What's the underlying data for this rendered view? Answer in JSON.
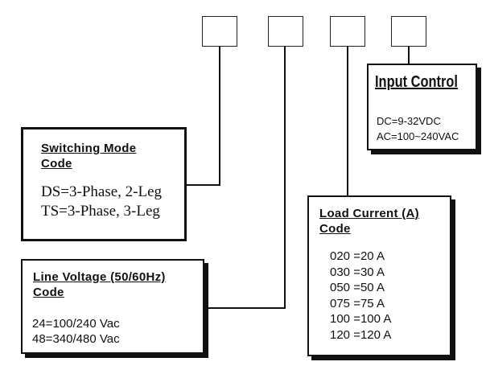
{
  "top_boxes": [
    "",
    "",
    "",
    ""
  ],
  "input_control": {
    "title": "Input Control",
    "lines": [
      "DC=9-32VDC",
      "AC=100~240VAC"
    ]
  },
  "switching_mode": {
    "title_lines": [
      "Switching Mode",
      "Code"
    ],
    "lines": [
      "DS=3-Phase, 2-Leg",
      "TS=3-Phase, 3-Leg"
    ]
  },
  "load_current": {
    "title_lines": [
      "Load Current (A)",
      "Code"
    ],
    "lines": [
      "020 =20 A",
      "030 =30 A",
      "050 =50 A",
      "075 =75 A",
      "100 =100 A",
      "120 =120 A"
    ]
  },
  "line_voltage": {
    "title_lines": [
      "Line Voltage (50/60Hz)",
      "Code"
    ],
    "lines": [
      "24=100/240 Vac",
      "48=340/480 Vac"
    ]
  }
}
